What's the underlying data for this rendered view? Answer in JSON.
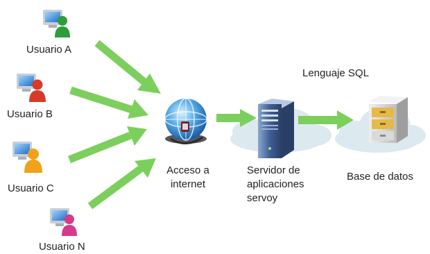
{
  "users": [
    {
      "label": "Usuario A",
      "color": "#2e9e3a"
    },
    {
      "label": "Usuario B",
      "color": "#d83a2a"
    },
    {
      "label": "Usuario C",
      "color": "#f0a21a"
    },
    {
      "label": "Usuario N",
      "color": "#d63a8c"
    }
  ],
  "internet": {
    "label_line1": "Acceso a",
    "label_line2": "internet"
  },
  "server": {
    "label_line1": "Servidor de",
    "label_line2": "aplicaciones",
    "label_line3": "servoy"
  },
  "database": {
    "label": "Base de datos",
    "caption": "Lenguaje SQL"
  },
  "colors": {
    "arrow": "#7ccf5c",
    "cloud": "#dce9ef",
    "screen": "#2f7fd0"
  }
}
